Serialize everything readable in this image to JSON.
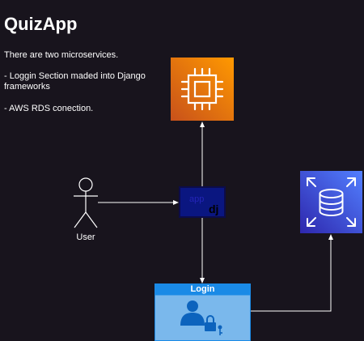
{
  "title": "QuizApp",
  "description": {
    "intro": "There are two microservices.",
    "login": "- Loggin Section maded into Django frameworks",
    "rds": "- AWS RDS conection."
  },
  "nodes": {
    "user": {
      "label": "User",
      "icon": "person-icon"
    },
    "django_app": {
      "app_text": "app",
      "dj_text": "dj",
      "icon": "django-icon"
    },
    "ec2": {
      "icon": "ec2-chip-icon",
      "color": "#ED7100"
    },
    "rds": {
      "icon": "rds-database-icon",
      "color": "#3B48CC"
    },
    "login": {
      "label": "Login",
      "icon": "user-lock-icon",
      "header_color": "#1a8ae6",
      "body_color": "#7ab8ec"
    }
  },
  "edges": [
    {
      "from": "user",
      "to": "django_app"
    },
    {
      "from": "django_app",
      "to": "ec2"
    },
    {
      "from": "django_app",
      "to": "login"
    },
    {
      "from": "login",
      "to": "rds"
    }
  ]
}
